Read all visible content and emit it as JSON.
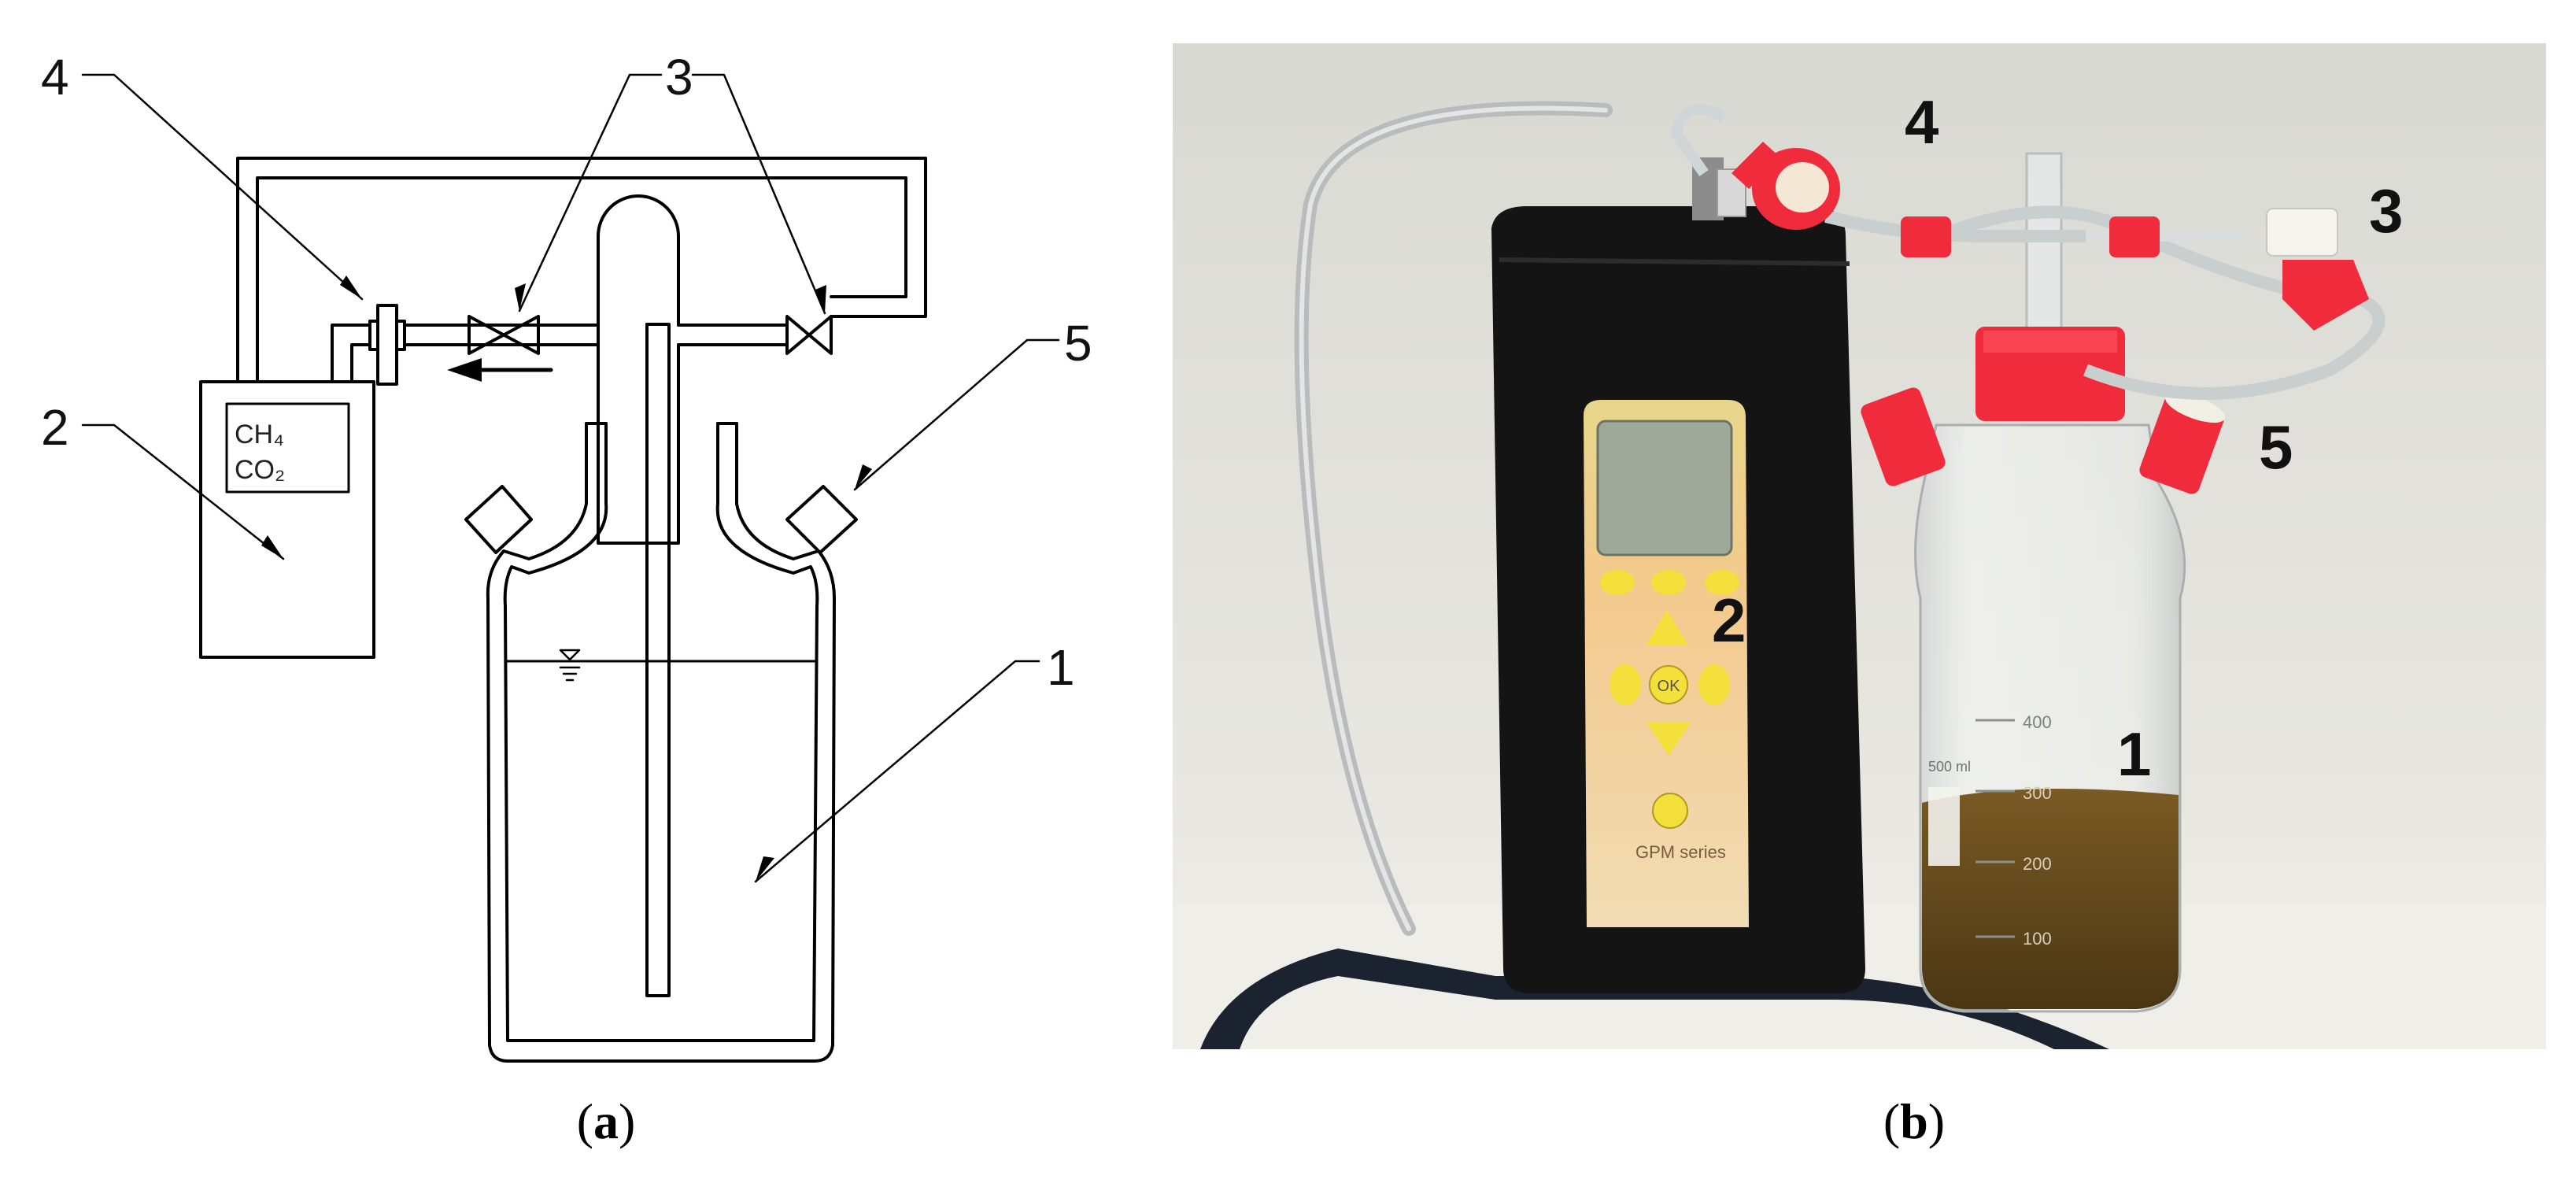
{
  "panel_a": {
    "caption_open": "(",
    "caption_letter": "a",
    "caption_close": ")",
    "callouts": [
      "1",
      "2",
      "3",
      "4",
      "5"
    ],
    "meter_display": [
      "CH₄",
      "CO₂"
    ]
  },
  "panel_b": {
    "caption_open": "(",
    "caption_letter": "b",
    "caption_close": ")",
    "callouts": [
      "1",
      "2",
      "3",
      "4",
      "5"
    ],
    "meter_brand_text": "GPM series",
    "meter_button_label": "OK",
    "bottle_graduations": [
      "400",
      "300",
      "200",
      "100"
    ],
    "bottle_label_text": "500 ml"
  },
  "colors": {
    "line": "#000000",
    "photo_background": "#e6e6e0",
    "meter_case": "#111111",
    "meter_panel": "#f0c890",
    "cap_red": "#ef2b3c",
    "sludge": "#6a4e1e"
  }
}
